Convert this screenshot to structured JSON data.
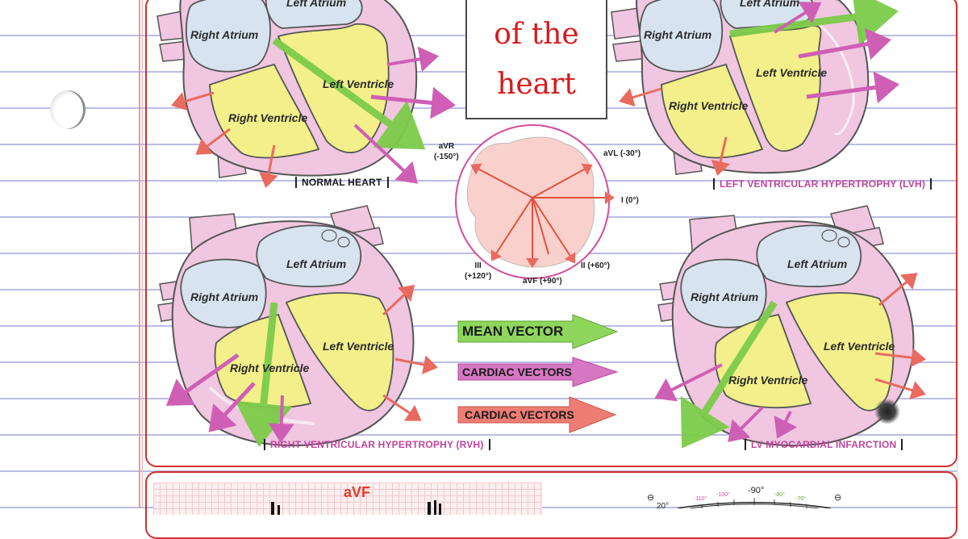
{
  "title": {
    "line2": "of the",
    "line3": "heart"
  },
  "colors": {
    "panel_border": "#d32f2f",
    "mean_vector": "#7ccc4a",
    "cardiac_vector_magenta": "#cf5fb4",
    "cardiac_vector_red": "#e96a5f",
    "atrium_fill": "#d7e4ef",
    "ventricle_fill": "#f3ef8a",
    "pericardium_fill": "#f0c6e0"
  },
  "hearts": {
    "normal": {
      "caption": "NORMAL HEART",
      "right_atrium": "Right Atrium",
      "left_atrium": "Left Atrium",
      "left_ventricle": "Left Ventricle",
      "right_ventricle": "Right Ventricle"
    },
    "lvh": {
      "caption": "LEFT VENTRICULAR HYPERTROPHY (LVH)",
      "right_atrium": "Right Atrium",
      "left_atrium": "Left Atrium",
      "left_ventricle": "Left Ventricle",
      "right_ventricle": "Right Ventricle"
    },
    "rvh": {
      "caption": "RIGHT VENTRICULAR HYPERTROPHY (RVH)",
      "right_atrium": "Right Atrium",
      "left_atrium": "Left Atrium",
      "left_ventricle": "Left Ventricle",
      "right_ventricle": "Right Ventricle"
    },
    "mi": {
      "caption": "LV MYOCARDIAL INFARCTION",
      "right_atrium": "Right Atrium",
      "left_atrium": "Left Atrium",
      "left_ventricle": "Left Ventricle",
      "right_ventricle": "Right Ventricle"
    }
  },
  "leads": {
    "avr": {
      "name": "aVR",
      "angle": "(-150°)"
    },
    "avl": "aVL (-30°)",
    "i": "I (0°)",
    "ii": "II (+60°)",
    "avf": "aVF (+90°)",
    "iii": {
      "name": "III",
      "angle": "(+120°)"
    }
  },
  "legend": {
    "mean_vector": "MEAN VECTOR",
    "cardiac_vectors_magenta": "CARDIAC VECTORS",
    "cardiac_vectors_red": "CARDIAC VECTORS"
  },
  "bottom": {
    "avf_label": "aVF",
    "protractor_top": "-90°",
    "protractor_ticks": [
      "-110°",
      "-100°",
      "-80°",
      "-70°"
    ],
    "protractor_left": "20°",
    "symbol": "⊖"
  }
}
